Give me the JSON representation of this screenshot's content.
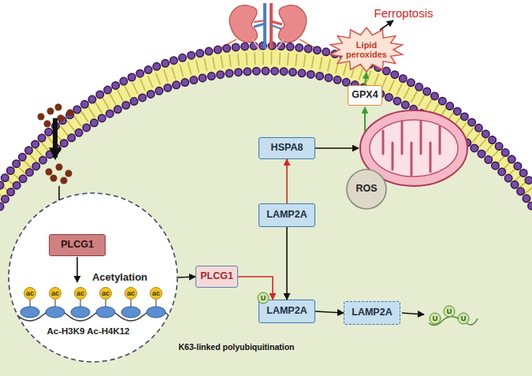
{
  "diagram": {
    "nodes": [
      {
        "text": [
          "Acetylation",
          "Ac-H3K9 Ac-H4K12"
        ]
      },
      {
        "text": [
          "PLCG1"
        ],
        "in": 0
      },
      {
        "text": [
          "PLCG1"
        ]
      },
      {
        "text": [
          "LAMP2A"
        ]
      },
      {
        "text": [
          "HSPA8"
        ]
      },
      {
        "text": [
          "LAMP2A"
        ]
      },
      {
        "text": [
          "LAMP2A"
        ]
      },
      {
        "text": [
          "ROS"
        ]
      },
      {
        "text": [
          "GPX4"
        ]
      },
      {
        "text": [
          "Lipid peroxides"
        ]
      }
    ],
    "edges": [
      {
        "from": 0,
        "to": 2,
        "arrow": "to"
      },
      {
        "from": 2,
        "to": 5,
        "arrow": "to"
      },
      {
        "from": 3,
        "to": 4,
        "arrow": "to"
      },
      {
        "from": 3,
        "to": 5,
        "arrow": "to"
      },
      {
        "from": 5,
        "to": 6,
        "arrow": "to"
      },
      {
        "from": 8,
        "to": 9,
        "arrow": "to"
      }
    ],
    "labels": [
      "Ferroptosis",
      "ac",
      "ac",
      "ac",
      "ac",
      "ac",
      "ac",
      "U",
      "K63-linked polyubiquitination",
      "U",
      "U",
      "U"
    ]
  }
}
